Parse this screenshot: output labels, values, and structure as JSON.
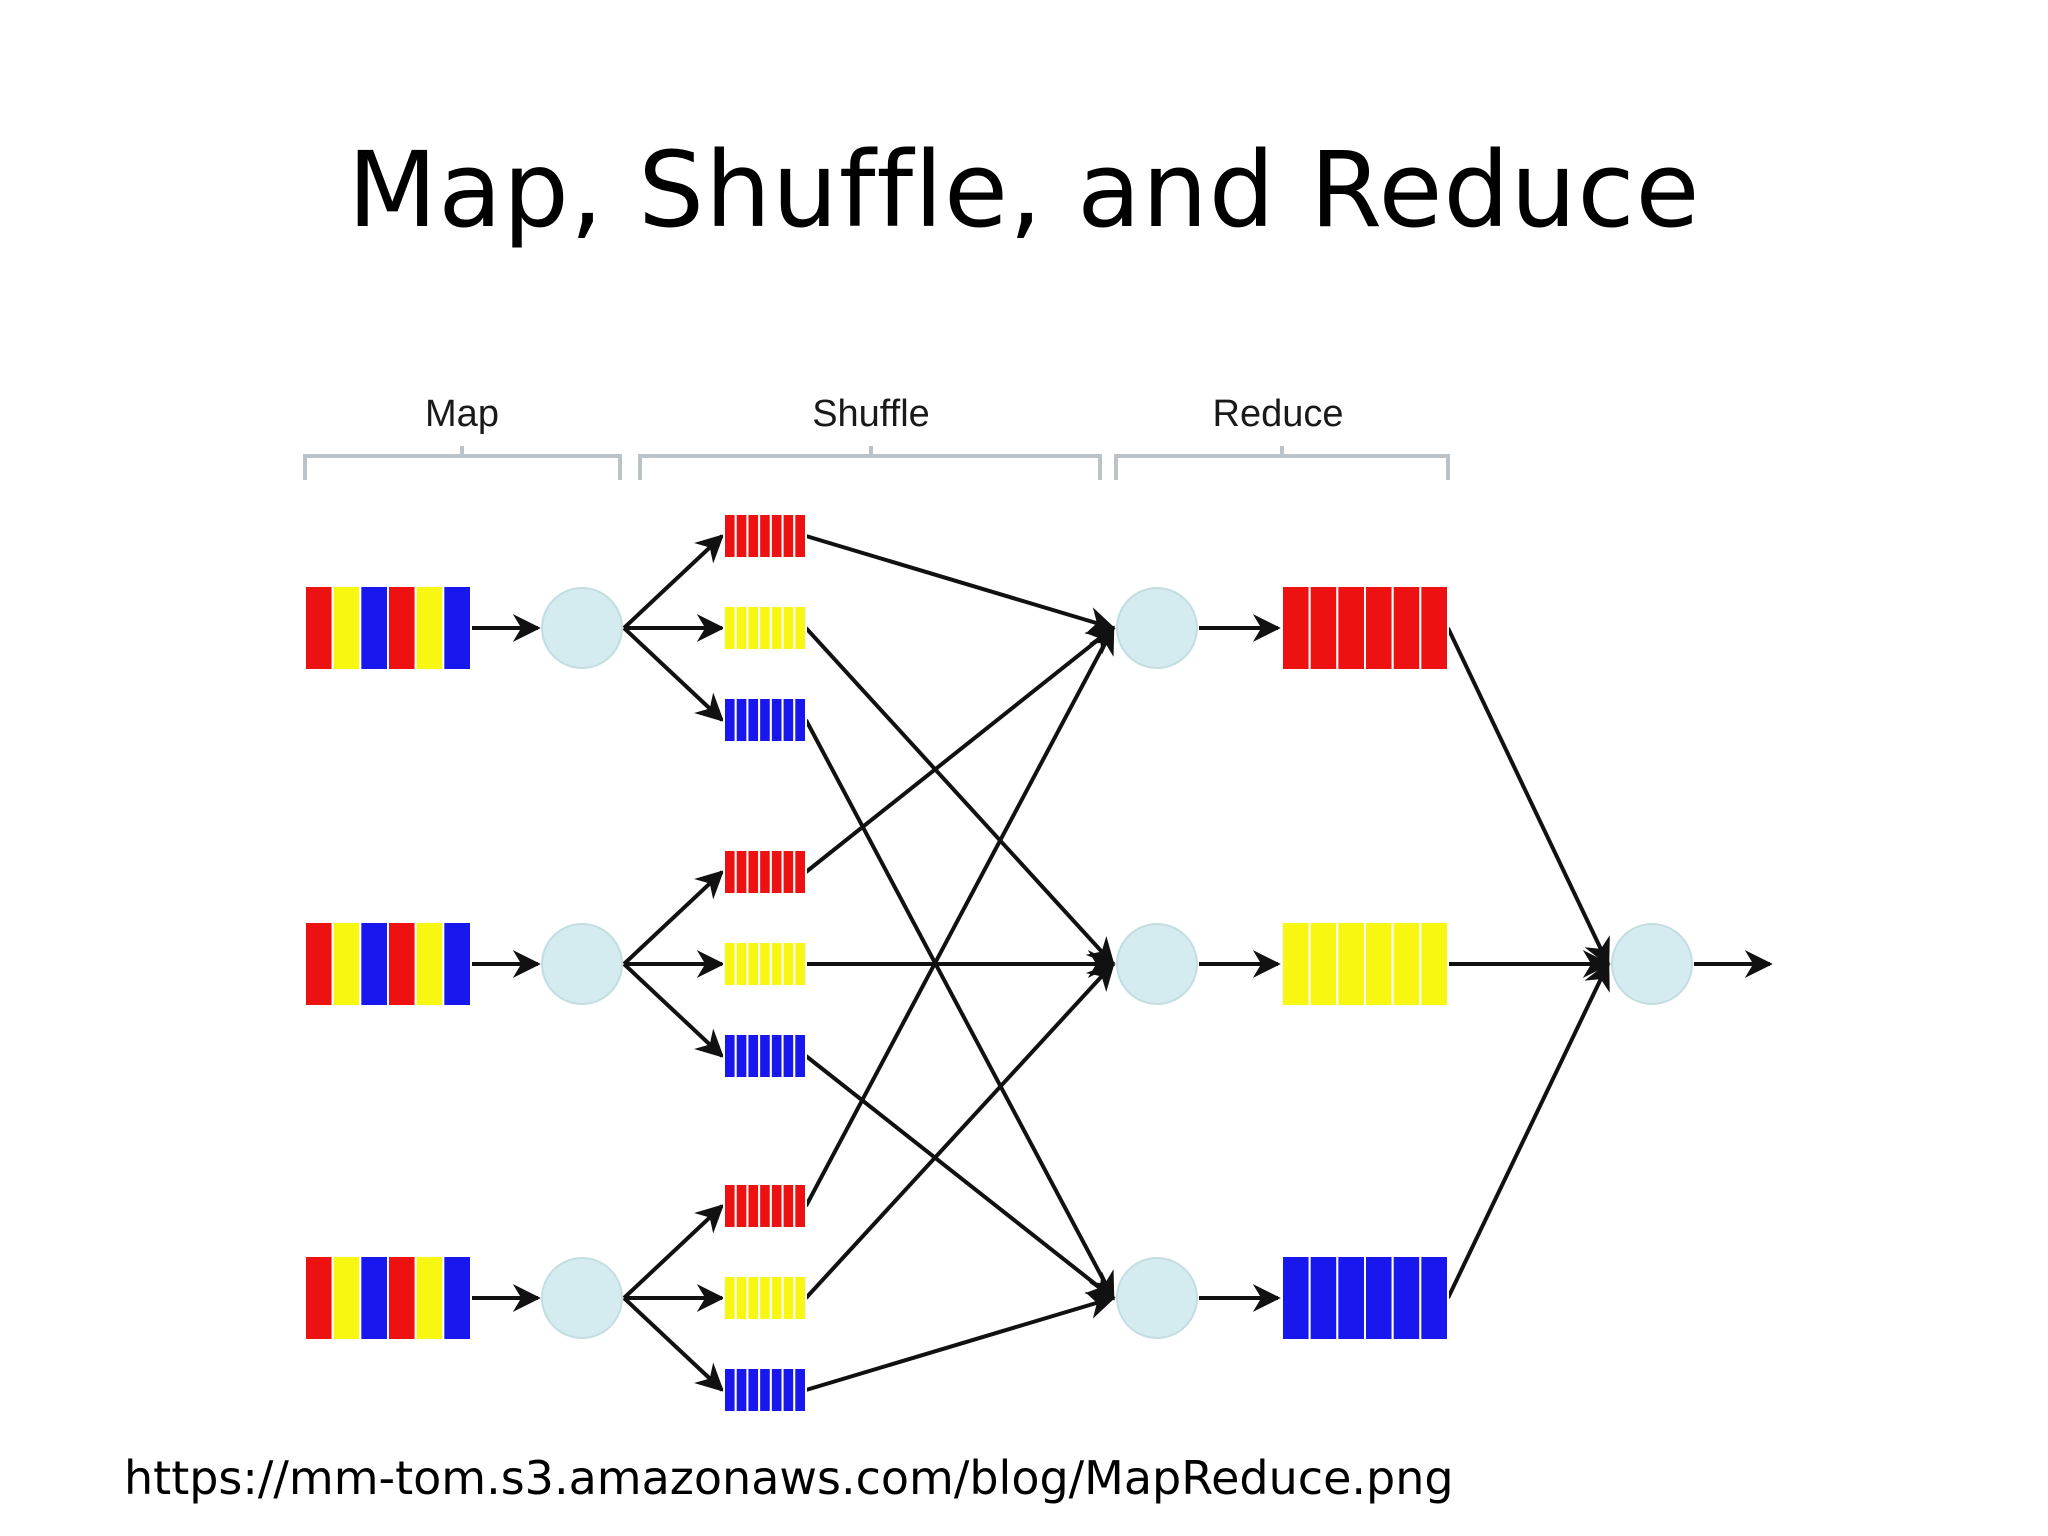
{
  "title": "Map, Shuffle, and Reduce",
  "source": "https://mm-tom.s3.amazonaws.com/blog/MapReduce.png",
  "stages": [
    "Map",
    "Shuffle",
    "Reduce"
  ],
  "colors": {
    "red": "#ee1111",
    "yellow": "#f7f711",
    "blue": "#1717ee",
    "node": "#d4ecef",
    "edge": "#111111",
    "bracket": "#bcc3c8"
  },
  "inputs": [
    {
      "segments": [
        "red",
        "yellow",
        "blue",
        "red",
        "yellow",
        "blue"
      ]
    },
    {
      "segments": [
        "red",
        "yellow",
        "blue",
        "red",
        "yellow",
        "blue"
      ]
    },
    {
      "segments": [
        "red",
        "yellow",
        "blue",
        "red",
        "yellow",
        "blue"
      ]
    }
  ],
  "mappers": 3,
  "shuffle_partitions": [
    {
      "mapper": 0,
      "color": "red",
      "reducer": 0
    },
    {
      "mapper": 0,
      "color": "yellow",
      "reducer": 1
    },
    {
      "mapper": 0,
      "color": "blue",
      "reducer": 2
    },
    {
      "mapper": 1,
      "color": "red",
      "reducer": 0
    },
    {
      "mapper": 1,
      "color": "yellow",
      "reducer": 1
    },
    {
      "mapper": 1,
      "color": "blue",
      "reducer": 2
    },
    {
      "mapper": 2,
      "color": "red",
      "reducer": 0
    },
    {
      "mapper": 2,
      "color": "yellow",
      "reducer": 1
    },
    {
      "mapper": 2,
      "color": "blue",
      "reducer": 2
    }
  ],
  "reducers": [
    {
      "color": "red"
    },
    {
      "color": "yellow"
    },
    {
      "color": "blue"
    }
  ],
  "output_nodes": 1
}
